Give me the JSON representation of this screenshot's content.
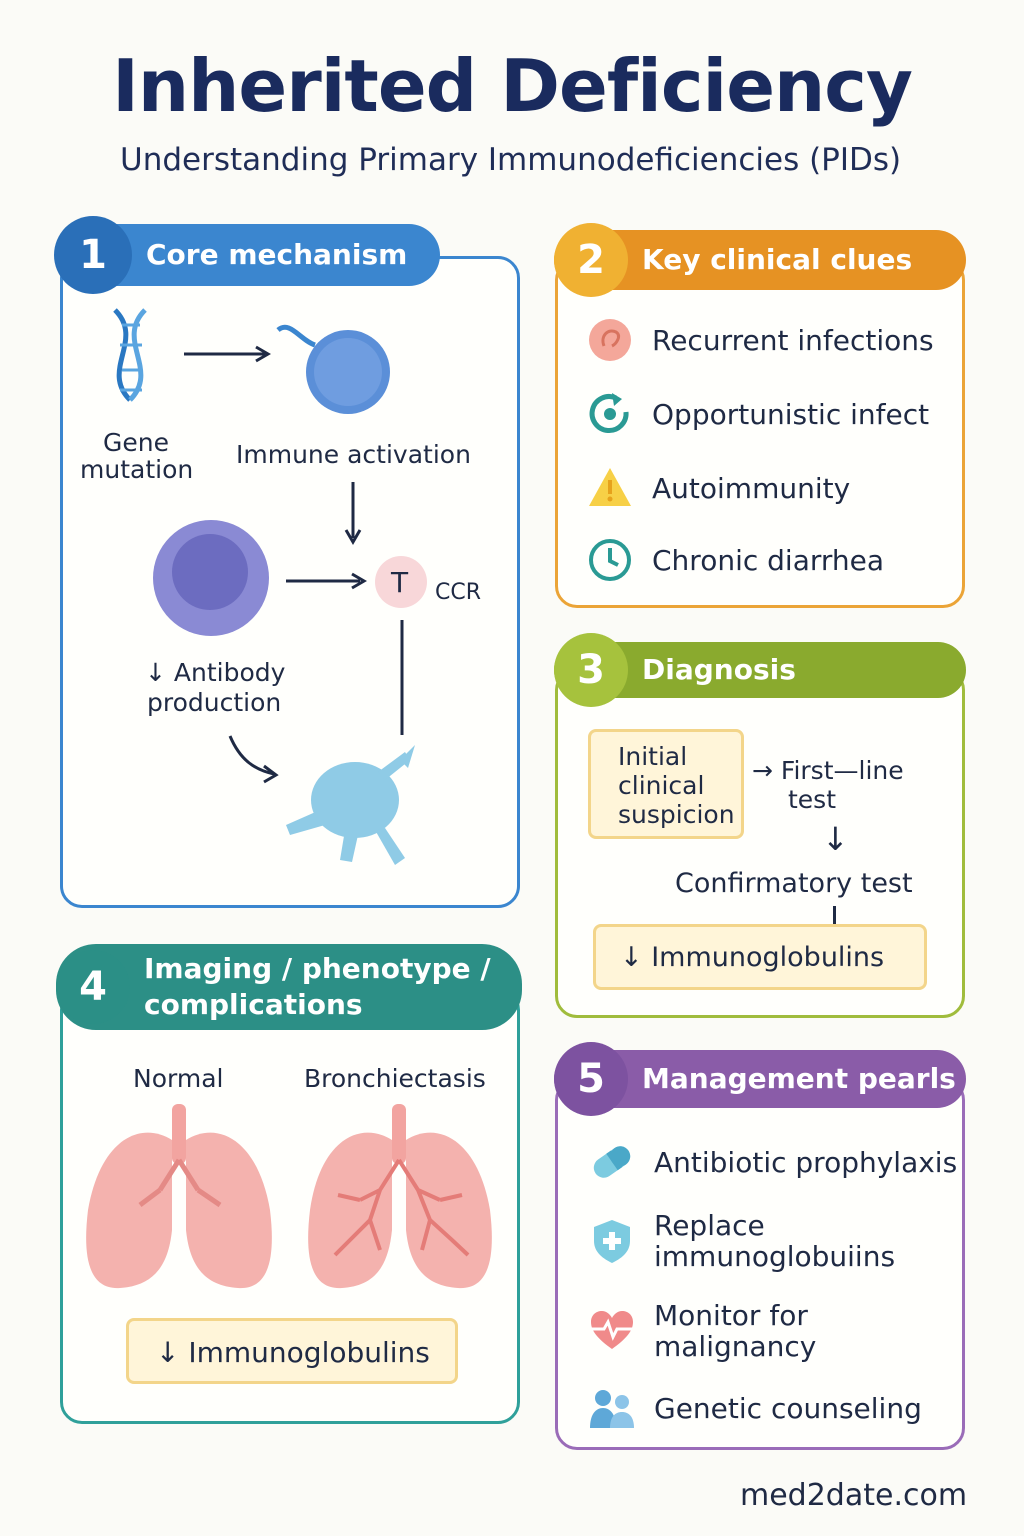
{
  "header": {
    "title": "Inherited Deficiency",
    "subtitle": "Understanding Primary Immunodeficiencies (PIDs)"
  },
  "panels": {
    "p1": {
      "number": "1",
      "title": "Core mechanism",
      "color": "#2a78c2",
      "labels": {
        "gene_line1": "Gene",
        "gene_line2": "mutation",
        "activation": "Immune activation",
        "t_cell": "T",
        "ccr": "CCR",
        "antibody_line1": "↓ Antibody",
        "antibody_line2": "production"
      }
    },
    "p2": {
      "number": "2",
      "title": "Key clinical clues",
      "color": "#e69223",
      "items": [
        {
          "icon": "ear-icon",
          "label": "Recurrent infections"
        },
        {
          "icon": "cycle-icon",
          "label": "Opportunistic infect"
        },
        {
          "icon": "warning-icon",
          "label": "Autoimmunity"
        },
        {
          "icon": "clock-icon",
          "label": "Chronic diarrhea"
        }
      ]
    },
    "p3": {
      "number": "3",
      "title": "Diagnosis",
      "color": "#8aaa2e",
      "initial_line1": "Initial",
      "initial_line2": "clinical",
      "initial_line3": "suspicion",
      "first_line1": "→ First—line",
      "first_line2": "test",
      "arrow_down": "↓",
      "confirmatory": "Confirmatory test",
      "result": "↓ Immunoglobulins"
    },
    "p4": {
      "number": "4",
      "title_line1": "Imaging / phenotype /",
      "title_line2": "complications",
      "color": "#2c8f86",
      "normal": "Normal",
      "bronchiectasis": "Bronchiectasis",
      "result": "↓ Immunoglobulins"
    },
    "p5": {
      "number": "5",
      "title": "Management pearls",
      "color": "#8a5ca8",
      "items": [
        {
          "icon": "pill-icon",
          "line1": "Antibiotic prophylaxis",
          "line2": ""
        },
        {
          "icon": "shield-plus-icon",
          "line1": "Replace",
          "line2": "immunoglobuiins"
        },
        {
          "icon": "heart-monitor-icon",
          "line1": "Monitor for",
          "line2": "malignancy"
        },
        {
          "icon": "people-icon",
          "line1": "Genetic counseling",
          "line2": ""
        }
      ]
    }
  },
  "footer": {
    "site": "med2date.com"
  }
}
